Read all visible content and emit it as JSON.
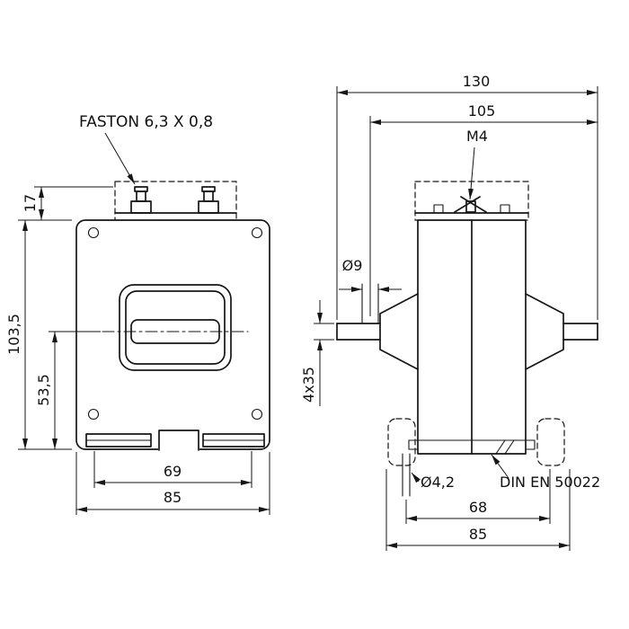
{
  "labels": {
    "faston": "FASTON 6,3 X 0,8",
    "m4": "M4",
    "dia9": "Ø9",
    "dia42": "Ø4,2",
    "din": "DIN EN 50022",
    "slot": "4x35"
  },
  "front": {
    "terminal_height": "17",
    "total_height": "103,5",
    "center_to_base": "53,5",
    "inner_width": "69",
    "width": "85"
  },
  "side": {
    "overall_width": "130",
    "bar_span": "105",
    "hole_span": "68",
    "base_width": "85"
  },
  "colors": {
    "line": "#161616",
    "background": "#ffffff"
  }
}
